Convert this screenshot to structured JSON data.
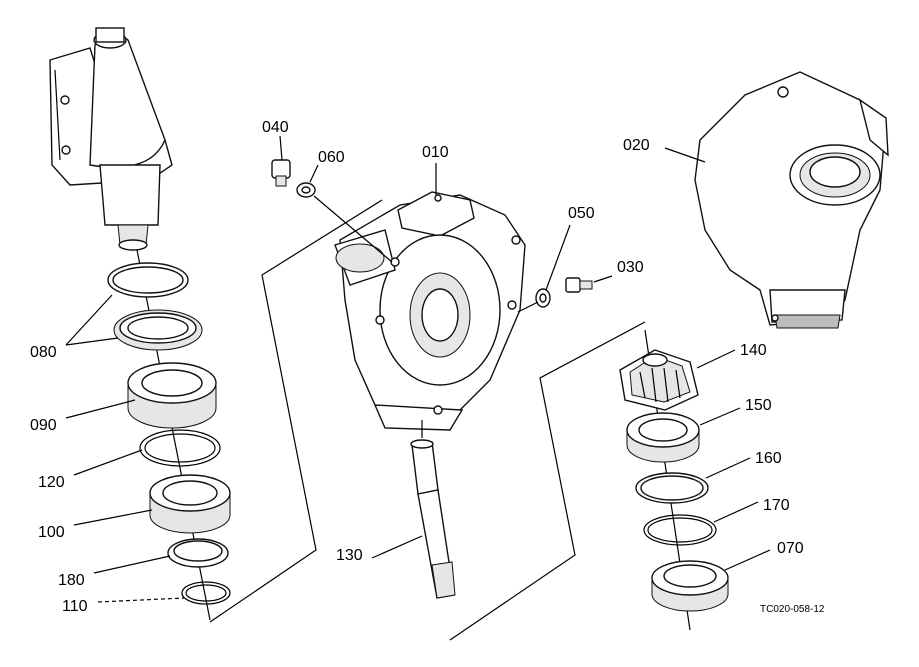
{
  "parts": {
    "p010": "010",
    "p020": "020",
    "p030": "030",
    "p040": "040",
    "p050": "050",
    "p060": "060",
    "p070": "070",
    "p080": "080",
    "p090": "090",
    "p100": "100",
    "p110": "110",
    "p120": "120",
    "p130": "130",
    "p140": "140",
    "p150": "150",
    "p160": "160",
    "p170": "170",
    "p180": "180"
  },
  "reference_code": "TC020-058-12"
}
